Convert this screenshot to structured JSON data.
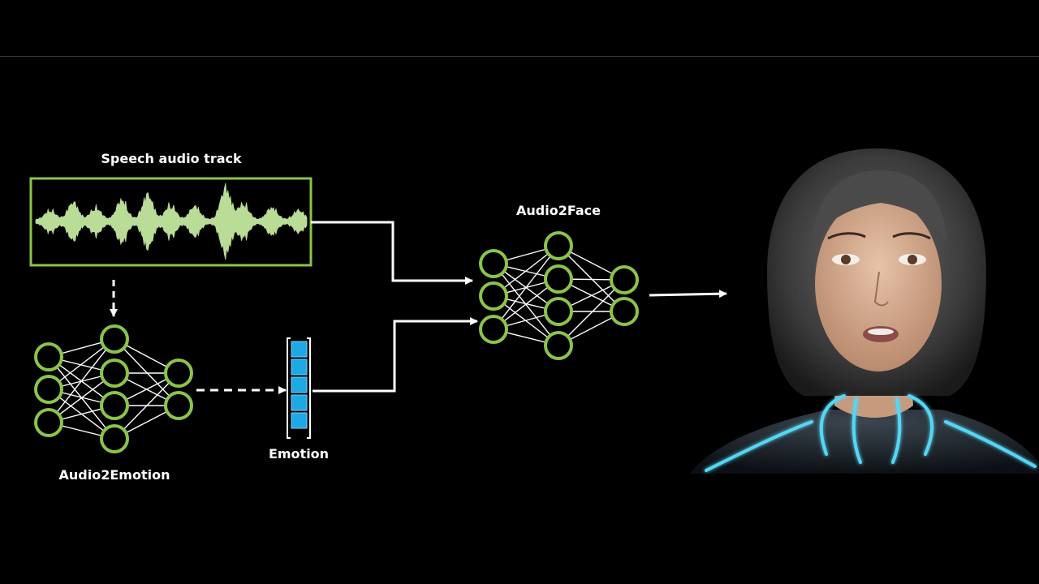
{
  "labels": {
    "speech_audio_track": "Speech audio track",
    "audio2face": "Audio2Face",
    "audio2emotion": "Audio2Emotion",
    "emotion": "Emotion"
  },
  "colors": {
    "background": "#000000",
    "network_green": "#8ac44a",
    "waveform_green": "#b9dc96",
    "emotion_blue": "#1ea8e6",
    "arrow_white": "#ffffff",
    "avatar_glow": "#55d6f4"
  }
}
